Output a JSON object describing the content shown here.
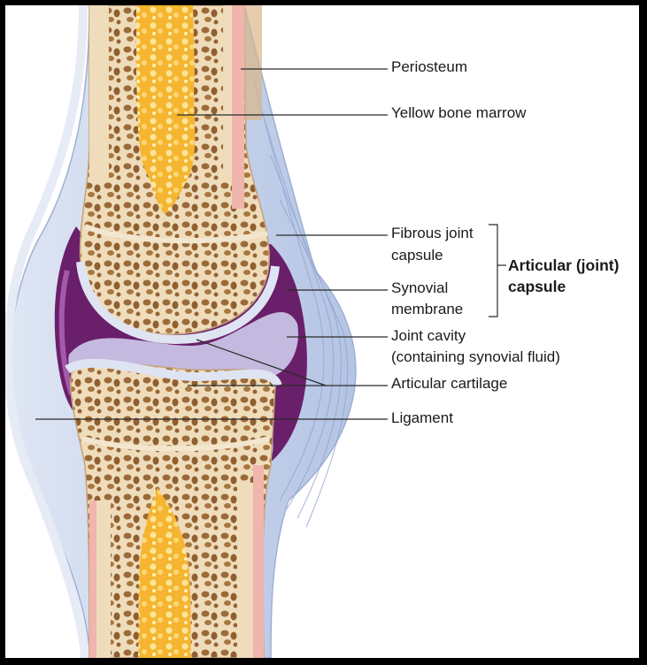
{
  "labels": {
    "periosteum": "Periosteum",
    "yellow_bone_marrow": "Yellow bone marrow",
    "fibrous_joint_capsule_1": "Fibrous joint",
    "fibrous_joint_capsule_2": "capsule",
    "synovial_membrane_1": "Synovial",
    "synovial_membrane_2": "membrane",
    "joint_cavity_1": "Joint cavity",
    "joint_cavity_2": "(containing synovial fluid)",
    "articular_cartilage": "Articular cartilage",
    "ligament": "Ligament",
    "articular_capsule_1": "Articular (joint)",
    "articular_capsule_2": "capsule"
  },
  "colors": {
    "bone": "#efdcbb",
    "spongy_bone": "#a8763f",
    "marrow": "#f5b531",
    "capsule": "#c8d3ea",
    "synovial": "#6a1f6b",
    "periosteum": "#f0b5ad",
    "cartilage": "#dfe4f3"
  }
}
